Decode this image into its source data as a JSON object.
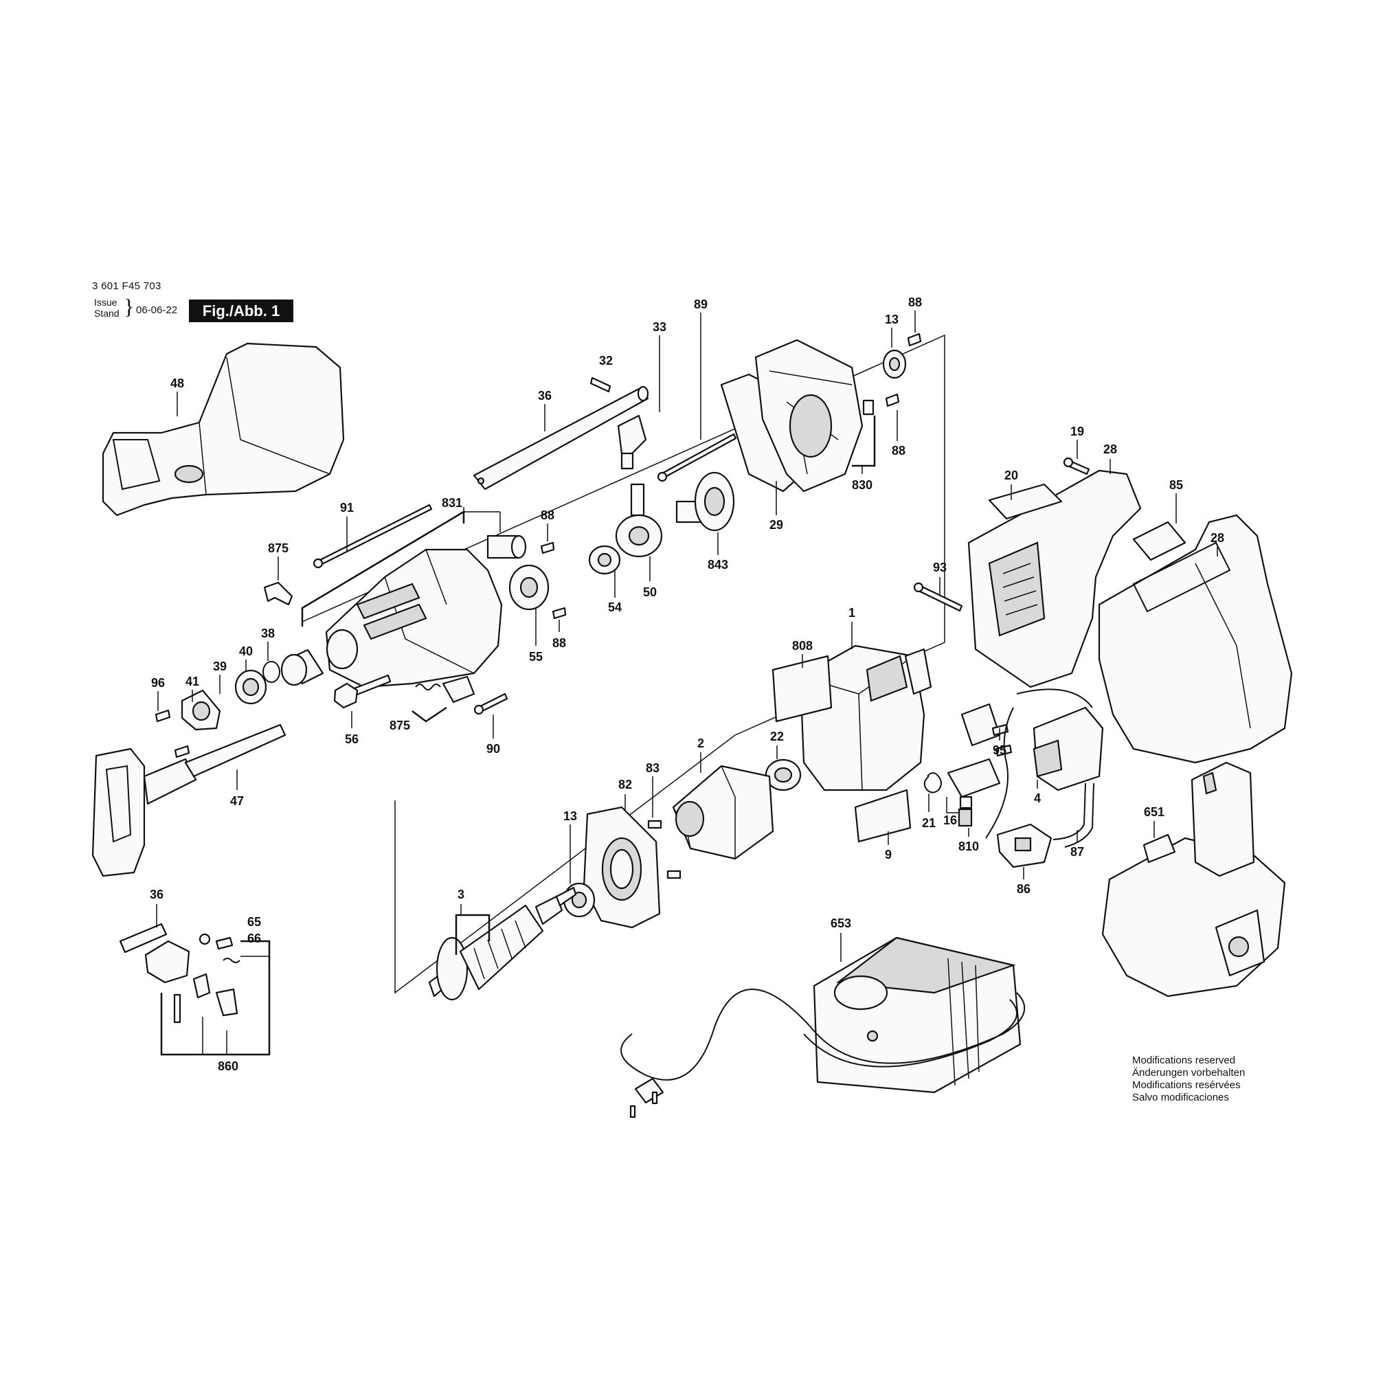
{
  "header": {
    "document_number": "3 601 F45 703",
    "issue_line1": "Issue",
    "issue_line2": "Stand",
    "issue_date": "06-06-22",
    "figure_label": "Fig./Abb. 1"
  },
  "callouts": {
    "p48": "48",
    "p32": "32",
    "p33": "33",
    "p89": "89",
    "p13a": "13",
    "p88a": "88",
    "p36a": "36",
    "p88b": "88",
    "p830": "830",
    "p29": "29",
    "p843": "843",
    "p91": "91",
    "p831": "831",
    "p88c": "88",
    "p875a": "875",
    "p50": "50",
    "p54": "54",
    "p55": "55",
    "p88d": "88",
    "p38": "38",
    "p40": "40",
    "p39": "39",
    "p41": "41",
    "p96": "96",
    "p90": "90",
    "p56": "56",
    "p875b": "875",
    "p47": "47",
    "p19": "19",
    "p28a": "28",
    "p20": "20",
    "p85": "85",
    "p28b": "28",
    "p93": "93",
    "p1": "1",
    "p808": "808",
    "p95": "95",
    "p22": "22",
    "p2": "2",
    "p83": "83",
    "p82": "82",
    "p4": "4",
    "p21": "21",
    "p16": "16",
    "p9": "9",
    "p810": "810",
    "p87": "87",
    "p86": "86",
    "p13b": "13",
    "p3": "3",
    "p651": "651",
    "p653": "653",
    "p36b": "36",
    "p65": "65",
    "p66": "66",
    "p860": "860"
  },
  "notice": {
    "en": "Modifications reserved",
    "de": "Änderungen vorbehalten",
    "fr": "Modifications resérvées",
    "es": "Salvo modificaciones"
  }
}
